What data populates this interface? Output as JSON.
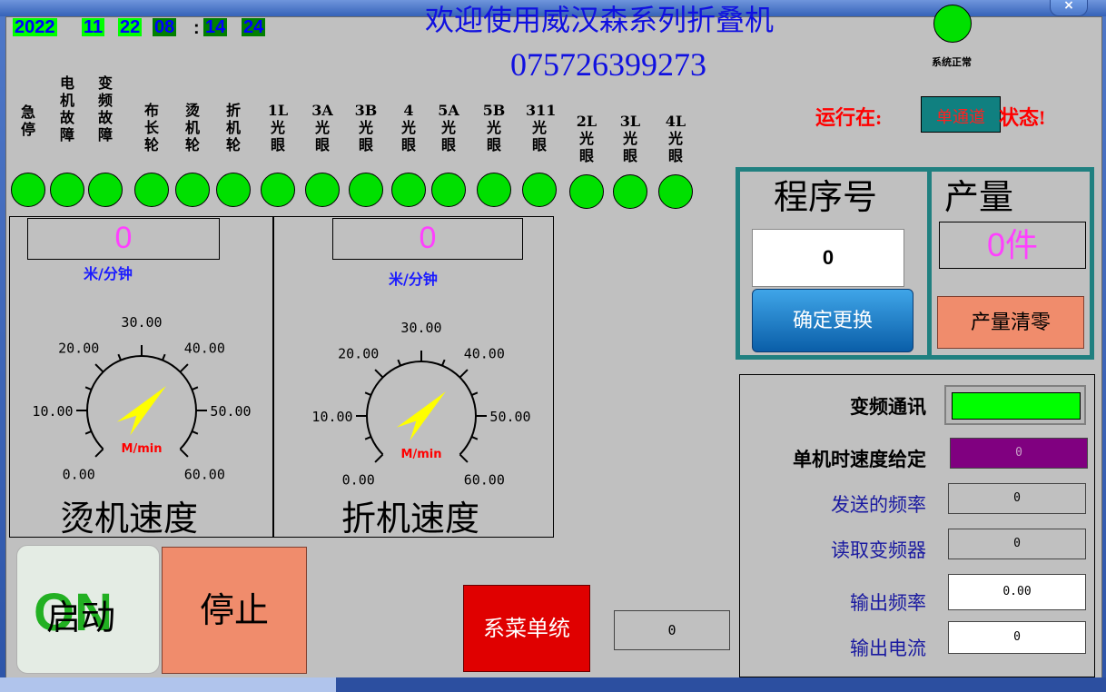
{
  "window": {
    "close_label": "×"
  },
  "clock": {
    "year": "2022",
    "month": "11",
    "day": "22",
    "hour": "08",
    "separator": ":",
    "minute": "14",
    "second": "24"
  },
  "header": {
    "title": "欢迎使用威汉森系列折叠机",
    "phone": "075726399273"
  },
  "system": {
    "status_label": "系统正常"
  },
  "alarms": [
    {
      "label": "急\n停"
    },
    {
      "label": "电\n机\n故\n障"
    },
    {
      "label": "变\n频\n故\n障"
    },
    {
      "label": "布\n长\n轮"
    },
    {
      "label": "烫\n机\n轮"
    },
    {
      "label": "折\n机\n轮"
    },
    {
      "label": "1L\n光\n眼"
    },
    {
      "label": "3A\n光\n眼"
    },
    {
      "label": "3B\n光\n眼"
    },
    {
      "label": "4\n光\n眼"
    },
    {
      "label": "5A\n光\n眼"
    },
    {
      "label": "5B\n光\n眼"
    },
    {
      "label": "311\n光\n眼"
    },
    {
      "label": "2L\n光\n眼"
    },
    {
      "label": "3L\n光\n眼"
    },
    {
      "label": "4L\n光\n眼"
    }
  ],
  "mode": {
    "prefix": "运行在:",
    "value": "单通道",
    "suffix": "状态!"
  },
  "program": {
    "label": "程序号",
    "value": "0",
    "confirm_label": "确定更换"
  },
  "production": {
    "label": "产量",
    "value": "0件",
    "reset_label": "产量清零"
  },
  "gauges": [
    {
      "name": "ironer",
      "value": "0",
      "unit": "米/分钟",
      "title": "烫机速度",
      "needle_unit": "M/min",
      "ticks": [
        "0.00",
        "10.00",
        "20.00",
        "30.00",
        "40.00",
        "50.00",
        "60.00"
      ],
      "reading": 0
    },
    {
      "name": "folder",
      "value": "0",
      "unit": "米/分钟",
      "title": "折机速度",
      "needle_unit": "M/min",
      "ticks": [
        "0.00",
        "10.00",
        "20.00",
        "30.00",
        "40.00",
        "50.00",
        "60.00"
      ],
      "reading": 0
    }
  ],
  "vfd": {
    "comm_label": "变频通讯",
    "speed_set_label": "单机时速度给定",
    "speed_set_value": "0",
    "send_freq_label": "发送的频率",
    "send_freq_value": "0",
    "read_vfd_label": "读取变频器",
    "read_vfd_value": "0",
    "out_freq_label": "输出频率",
    "out_freq_value": "0.00",
    "out_current_label": "输出电流",
    "out_current_value": "0"
  },
  "controls": {
    "start_mark": "ON",
    "start_label": "启动",
    "stop_label": "停止",
    "menu_label": "系菜单统",
    "aux_value": "0"
  }
}
